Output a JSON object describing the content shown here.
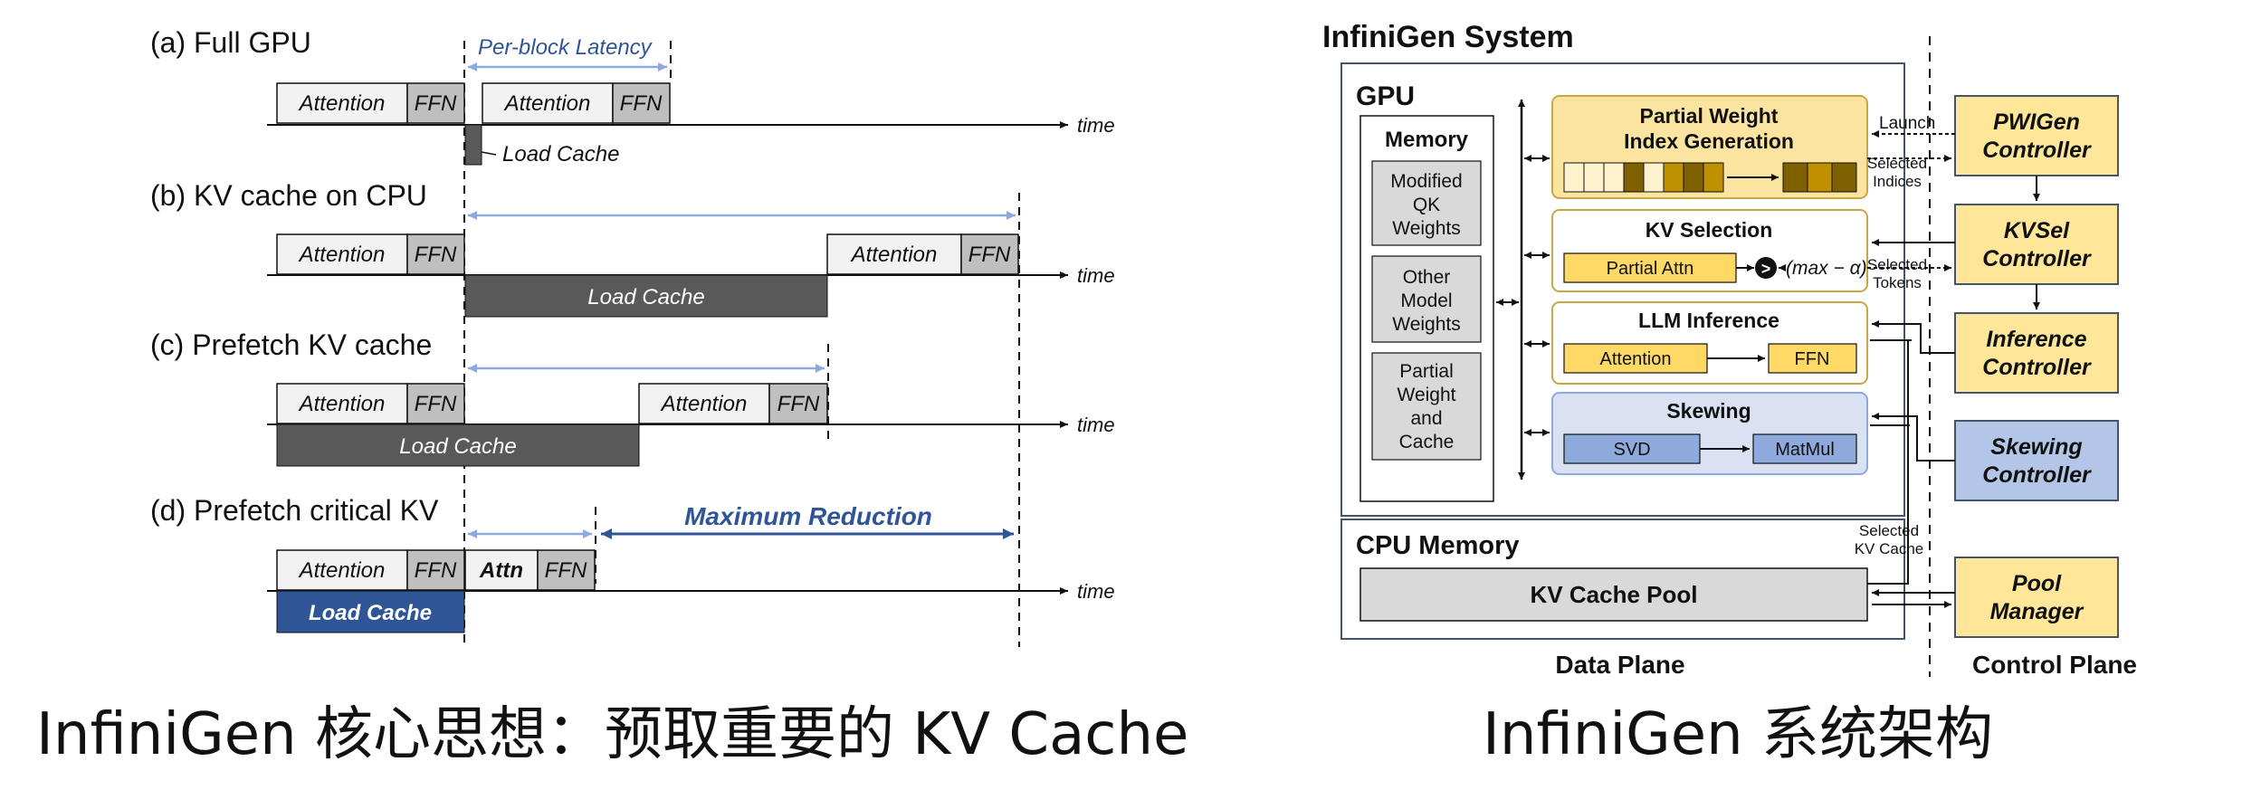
{
  "left": {
    "rows": [
      {
        "label": "(a) Full GPU"
      },
      {
        "label": "(b) KV cache on CPU"
      },
      {
        "label": "(c) Prefetch KV cache"
      },
      {
        "label": "(d) Prefetch critical KV"
      }
    ],
    "blocks": {
      "attention": "Attention",
      "ffn": "FFN",
      "attn_short": "Attn",
      "load_cache": "Load Cache"
    },
    "time_label": "time",
    "per_block_latency": "Per-block Latency",
    "max_reduction": "Maximum Reduction"
  },
  "right": {
    "title": "InfiniGen System",
    "gpu_label": "GPU",
    "memory": {
      "title": "Memory",
      "items": [
        "Modified QK Weights",
        "Other Model Weights",
        "Partial Weight and Cache"
      ]
    },
    "modules": {
      "pwig": "Partial Weight Index Generation",
      "kvsel": "KV Selection",
      "partial_attn": "Partial Attn",
      "max_alpha": "(max − α)",
      "llm": "LLM Inference",
      "attention": "Attention",
      "ffn": "FFN",
      "skewing": "Skewing",
      "svd": "SVD",
      "matmul": "MatMul"
    },
    "signals": {
      "launch": "Launch",
      "selected_indices": "Selected Indices",
      "selected_tokens": "Selected Tokens",
      "selected_kv_cache": "Selected KV Cache"
    },
    "cpu_memory": "CPU Memory",
    "kv_cache_pool": "KV Cache Pool",
    "controllers": [
      "PWIGen Controller",
      "KVSel Controller",
      "Inference Controller",
      "Skewing Controller",
      "Pool Manager"
    ],
    "data_plane": "Data Plane",
    "control_plane": "Control Plane",
    "colors": {
      "gold_fill": "#fbe3a0",
      "gold_border": "#c9a646",
      "skew_fill": "#d9e1f2",
      "skew_inner": "#8ea9db",
      "controller_fill": "#ffe699",
      "skew_controller": "#b4c6e7",
      "dark_blue": "#2f5597",
      "dark_gray": "#595959"
    }
  },
  "captions": {
    "left": "InfiniGen 核心思想：预取重要的 KV Cache",
    "right": "InfiniGen 系统架构"
  }
}
